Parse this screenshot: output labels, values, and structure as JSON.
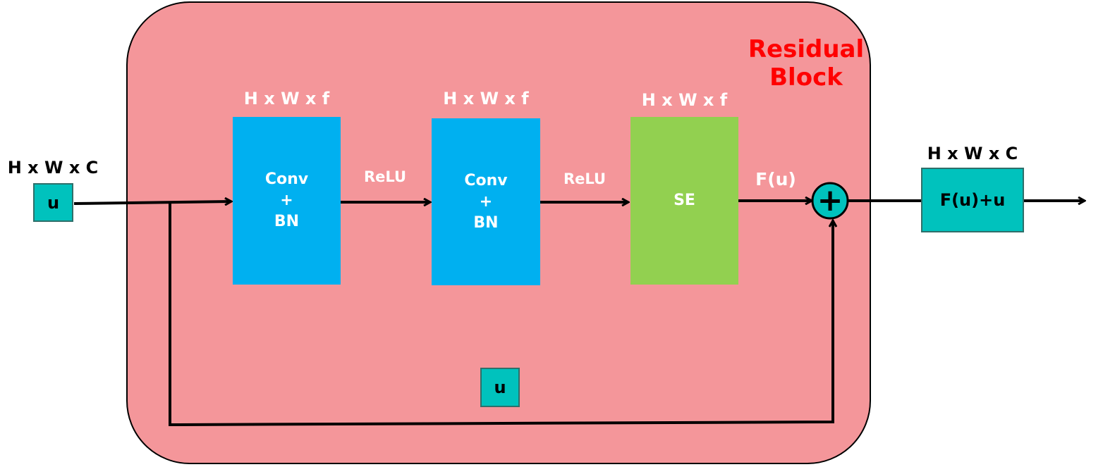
{
  "block": {
    "title_line1": "Residual",
    "title_line2": "Block"
  },
  "input": {
    "dim": "H x W x C",
    "label": "u"
  },
  "layers": [
    {
      "dim": "H x W x f",
      "line1": "Conv",
      "line2": "+",
      "line3": "BN"
    },
    {
      "dim": "H x W x f",
      "line1": "Conv",
      "line2": "+",
      "line3": "BN"
    },
    {
      "dim": "H x W x f",
      "label": "SE"
    }
  ],
  "activations": [
    "ReLU",
    "ReLU"
  ],
  "residual_function_label": "F(u)",
  "shortcut_label": "u",
  "add_symbol": "+",
  "output": {
    "dim": "H x W x C",
    "label": "F(u)+u"
  },
  "colors": {
    "block_fill": "#f4969a",
    "conv_fill": "#00b0f0",
    "se_fill": "#92d050",
    "tensor_fill": "#00c2bd",
    "title_color": "#ff0000"
  }
}
